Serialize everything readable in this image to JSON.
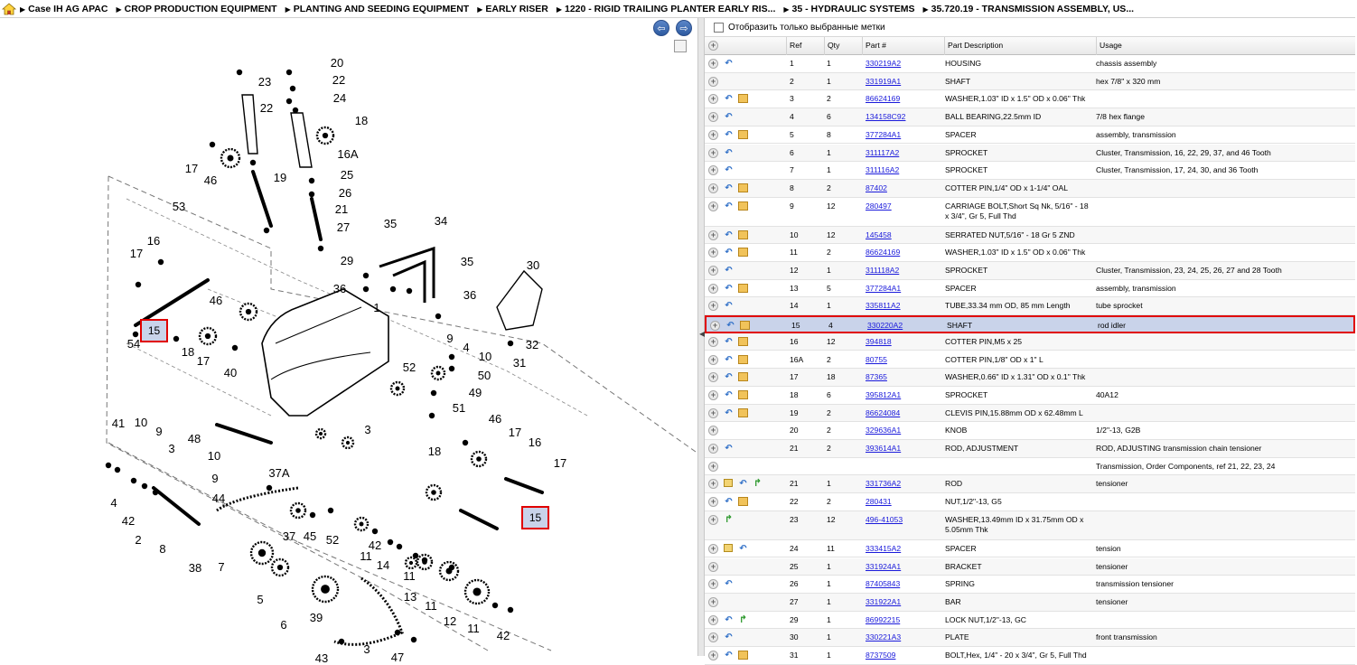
{
  "breadcrumb": [
    "Case IH AG APAC",
    "CROP PRODUCTION EQUIPMENT",
    "PLANTING AND SEEDING EQUIPMENT",
    "EARLY RISER",
    "1220 - RIGID TRAILING PLANTER EARLY RIS...",
    "35 - HYDRAULIC SYSTEMS",
    "35.720.19 - TRANSMISSION ASSEMBLY, US..."
  ],
  "nav": {
    "back": "⇦",
    "forward": "⇨"
  },
  "filter": {
    "label": "Отобразить только выбранные метки",
    "checked": false
  },
  "columns": {
    "ref": "Ref",
    "qty": "Qty",
    "part": "Part #",
    "desc": "Part Description",
    "usage": "Usage"
  },
  "diagram": {
    "highlight_label": "15",
    "callouts": [
      "20",
      "22",
      "23",
      "24",
      "22",
      "18",
      "16A",
      "17",
      "46",
      "19",
      "25",
      "26",
      "21",
      "27",
      "29",
      "53",
      "35",
      "34",
      "16",
      "17",
      "35",
      "36",
      "36",
      "30",
      "1",
      "32",
      "31",
      "54",
      "46",
      "18",
      "17",
      "9",
      "4",
      "10",
      "50",
      "52",
      "49",
      "51",
      "40",
      "48",
      "3",
      "41",
      "10",
      "9",
      "3",
      "46",
      "17",
      "16",
      "17",
      "18",
      "10",
      "9",
      "37A",
      "44",
      "4",
      "42",
      "2",
      "8",
      "38",
      "7",
      "37",
      "45",
      "52",
      "42",
      "11",
      "14",
      "11",
      "13",
      "11",
      "12",
      "11",
      "42",
      "5",
      "6",
      "39",
      "43",
      "3",
      "47"
    ]
  },
  "parts": [
    {
      "ref": "1",
      "qty": "1",
      "part": "330219A2",
      "desc": [
        "HOUSING"
      ],
      "usage": [
        "chassis assembly"
      ],
      "icons": [
        "swap"
      ]
    },
    {
      "ref": "2",
      "qty": "1",
      "part": "331919A1",
      "desc": [
        "SHAFT"
      ],
      "usage": [
        "hex 7/8\" x 320 mm"
      ],
      "icons": []
    },
    {
      "ref": "3",
      "qty": "2",
      "part": "86624169",
      "desc": [
        "WASHER,1.03\" ID x 1.5\" OD x 0.06\" Thk"
      ],
      "usage": [],
      "icons": [
        "swap",
        "box"
      ]
    },
    {
      "ref": "4",
      "qty": "6",
      "part": "134158C92",
      "desc": [
        "BALL BEARING,22.5mm ID"
      ],
      "usage": [
        "7/8 hex flange"
      ],
      "icons": [
        "swap"
      ]
    },
    {
      "ref": "5",
      "qty": "8",
      "part": "377284A1",
      "desc": [
        "SPACER"
      ],
      "usage": [
        "assembly, transmission"
      ],
      "icons": [
        "swap",
        "box"
      ]
    },
    {
      "ref": "6",
      "qty": "1",
      "part": "311117A2",
      "desc": [
        "SPROCKET"
      ],
      "usage": [
        "Cluster, Transmission, 16, 22, 29, 37, and 46 Tooth"
      ],
      "icons": [
        "swap"
      ]
    },
    {
      "ref": "7",
      "qty": "1",
      "part": "311116A2",
      "desc": [
        "SPROCKET"
      ],
      "usage": [
        "Cluster, Transmission, 17, 24, 30, and 36 Tooth"
      ],
      "icons": [
        "swap"
      ]
    },
    {
      "ref": "8",
      "qty": "2",
      "part": "87402",
      "desc": [
        "COTTER PIN,1/4\" OD x 1-1/4\" OAL"
      ],
      "usage": [],
      "icons": [
        "swap",
        "box"
      ]
    },
    {
      "ref": "9",
      "qty": "12",
      "part": "280497",
      "desc": [
        "CARRIAGE BOLT,Short Sq Nk, 5/16\" - 18",
        "x 3/4\", Gr 5, Full Thd"
      ],
      "usage": [],
      "icons": [
        "swap",
        "box"
      ]
    },
    {
      "ref": "10",
      "qty": "12",
      "part": "145458",
      "desc": [
        "SERRATED NUT,5/16\" - 18 Gr 5 ZND"
      ],
      "usage": [],
      "icons": [
        "swap",
        "box"
      ]
    },
    {
      "ref": "11",
      "qty": "2",
      "part": "86624169",
      "desc": [
        "WASHER,1.03\" ID x 1.5\" OD x 0.06\" Thk"
      ],
      "usage": [],
      "icons": [
        "swap",
        "box"
      ]
    },
    {
      "ref": "12",
      "qty": "1",
      "part": "311118A2",
      "desc": [
        "SPROCKET"
      ],
      "usage": [
        "Cluster, Transmission, 23, 24, 25, 26, 27 and 28 Tooth"
      ],
      "icons": [
        "swap"
      ]
    },
    {
      "ref": "13",
      "qty": "5",
      "part": "377284A1",
      "desc": [
        "SPACER"
      ],
      "usage": [
        "assembly, transmission"
      ],
      "icons": [
        "swap",
        "box"
      ]
    },
    {
      "ref": "14",
      "qty": "1",
      "part": "335811A2",
      "desc": [
        "TUBE,33.34 mm OD, 85 mm Length"
      ],
      "usage": [
        "tube sprocket"
      ],
      "icons": [
        "swap"
      ]
    },
    {
      "ref": "15",
      "qty": "4",
      "part": "330220A2",
      "desc": [
        "SHAFT"
      ],
      "usage": [
        "rod idler"
      ],
      "icons": [
        "swap",
        "box"
      ],
      "selected": true
    },
    {
      "ref": "16",
      "qty": "12",
      "part": "394818",
      "desc": [
        "COTTER PIN,M5 x 25"
      ],
      "usage": [],
      "icons": [
        "swap",
        "box"
      ]
    },
    {
      "ref": "16A",
      "qty": "2",
      "part": "80755",
      "desc": [
        "COTTER PIN,1/8\" OD x 1\" L"
      ],
      "usage": [],
      "icons": [
        "swap",
        "box"
      ]
    },
    {
      "ref": "17",
      "qty": "18",
      "part": "87365",
      "desc": [
        "WASHER,0.66\" ID x 1.31\" OD x 0.1\" Thk"
      ],
      "usage": [],
      "icons": [
        "swap",
        "box"
      ]
    },
    {
      "ref": "18",
      "qty": "6",
      "part": "395812A1",
      "desc": [
        "SPROCKET"
      ],
      "usage": [
        "40A12"
      ],
      "icons": [
        "swap",
        "box"
      ]
    },
    {
      "ref": "19",
      "qty": "2",
      "part": "86624084",
      "desc": [
        "CLEVIS PIN,15.88mm OD x 62.48mm L"
      ],
      "usage": [],
      "icons": [
        "swap",
        "box"
      ]
    },
    {
      "ref": "20",
      "qty": "2",
      "part": "329636A1",
      "desc": [
        "KNOB"
      ],
      "usage": [
        "1/2\"-13, G2B"
      ],
      "icons": []
    },
    {
      "ref": "21",
      "qty": "2",
      "part": "393614A1",
      "desc": [
        "ROD, ADJUSTMENT"
      ],
      "usage": [
        "ROD, ADJUSTING transmission chain tensioner"
      ],
      "icons": [
        "swap"
      ]
    },
    {
      "ref": "",
      "qty": "",
      "part": "",
      "desc": [],
      "usage": [
        "Transmission, Order Components, ref 21, 22, 23, 24"
      ],
      "icons": [],
      "noplus": true
    },
    {
      "ref": "21",
      "qty": "1",
      "part": "331736A2",
      "desc": [
        "ROD"
      ],
      "usage": [
        "tensioner"
      ],
      "icons": [
        "note",
        "swap",
        "arrow"
      ]
    },
    {
      "ref": "22",
      "qty": "2",
      "part": "280431",
      "desc": [
        "NUT,1/2\"-13, G5"
      ],
      "usage": [],
      "icons": [
        "swap",
        "box"
      ]
    },
    {
      "ref": "23",
      "qty": "12",
      "part": "496-41053",
      "desc": [
        "WASHER,13.49mm ID x 31.75mm OD x",
        "5.05mm Thk"
      ],
      "usage": [],
      "icons": [
        "arrow"
      ]
    },
    {
      "ref": "24",
      "qty": "11",
      "part": "333415A2",
      "desc": [
        "SPACER"
      ],
      "usage": [
        "tension"
      ],
      "icons": [
        "note",
        "swap"
      ]
    },
    {
      "ref": "25",
      "qty": "1",
      "part": "331924A1",
      "desc": [
        "BRACKET"
      ],
      "usage": [
        "tensioner"
      ],
      "icons": []
    },
    {
      "ref": "26",
      "qty": "1",
      "part": "87405843",
      "desc": [
        "SPRING"
      ],
      "usage": [
        "transmission tensioner"
      ],
      "icons": [
        "swap"
      ]
    },
    {
      "ref": "27",
      "qty": "1",
      "part": "331922A1",
      "desc": [
        "BAR"
      ],
      "usage": [
        "tensioner"
      ],
      "icons": []
    },
    {
      "ref": "29",
      "qty": "1",
      "part": "86992215",
      "desc": [
        "LOCK NUT,1/2\"-13, GC"
      ],
      "usage": [],
      "icons": [
        "swap",
        "arrow"
      ]
    },
    {
      "ref": "30",
      "qty": "1",
      "part": "330221A3",
      "desc": [
        "PLATE"
      ],
      "usage": [
        "front transmission"
      ],
      "icons": [
        "swap"
      ]
    },
    {
      "ref": "31",
      "qty": "1",
      "part": "8737509",
      "desc": [
        "BOLT,Hex, 1/4\" - 20 x 3/4\", Gr 5, Full Thd"
      ],
      "usage": [],
      "icons": [
        "swap",
        "box"
      ]
    }
  ]
}
